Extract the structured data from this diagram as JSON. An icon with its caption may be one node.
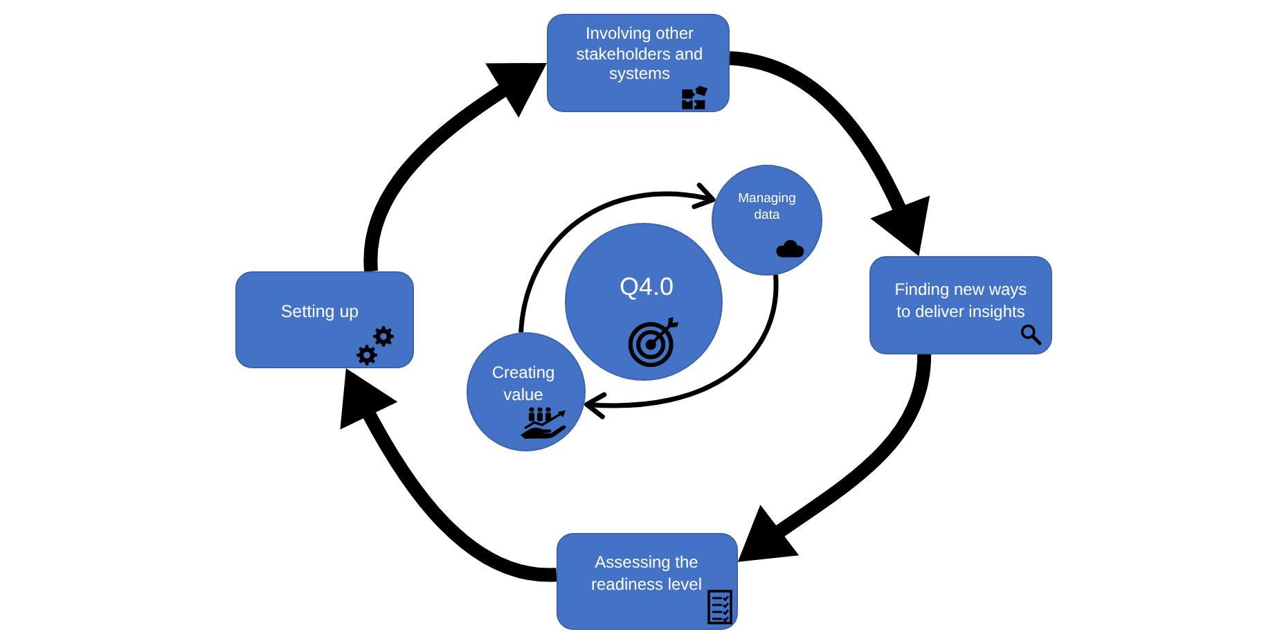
{
  "diagram": {
    "nodes": [
      {
        "text": [
          "Involving other stakeholders and systems"
        ]
      },
      {
        "text": [
          "Managing data"
        ]
      },
      {
        "text": [
          "Q4.0"
        ]
      },
      {
        "text": [
          "Finding new ways to deliver insights"
        ]
      },
      {
        "text": [
          "Setting up"
        ]
      },
      {
        "text": [
          "Creating value"
        ]
      },
      {
        "text": [
          "Assessing the readiness level"
        ]
      }
    ],
    "edges": [
      {
        "from": 4,
        "to": 0,
        "arrow": "to"
      },
      {
        "from": 0,
        "to": 3,
        "arrow": "to"
      },
      {
        "from": 3,
        "to": 6,
        "arrow": "to"
      },
      {
        "from": 6,
        "to": 4,
        "arrow": "to"
      },
      {
        "from": 5,
        "to": 1,
        "arrow": "to"
      },
      {
        "from": 1,
        "to": 5,
        "arrow": "to"
      }
    ]
  }
}
